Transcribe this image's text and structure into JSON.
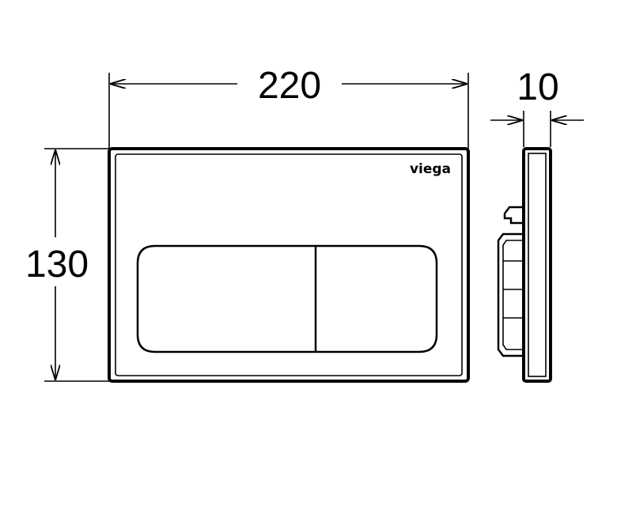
{
  "dimensions": {
    "width_label": "220",
    "height_label": "130",
    "depth_label": "10"
  },
  "brand": {
    "logo_text": "viega"
  }
}
